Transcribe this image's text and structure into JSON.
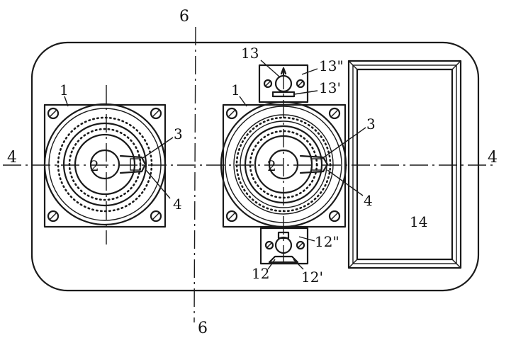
{
  "labels": {
    "section_6_top": "6",
    "section_6_bottom": "6",
    "section_4_left": "4",
    "section_4_right": "4",
    "left_unit": {
      "housing": "1",
      "center": "2",
      "arm": "3",
      "tip": "4"
    },
    "right_unit": {
      "housing": "1",
      "center": "2",
      "arm": "3",
      "tip": "4"
    },
    "top_fixture": {
      "main": "13",
      "cap": "13\"",
      "base": "13'"
    },
    "bottom_fixture": {
      "main": "12",
      "base": "12'",
      "cap": "12\""
    },
    "tray": "14"
  }
}
